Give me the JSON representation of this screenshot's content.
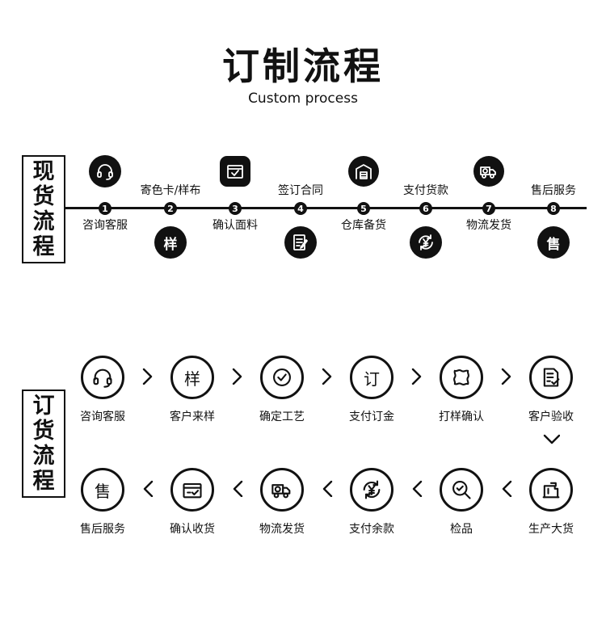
{
  "header": {
    "title": "订制流程",
    "subtitle": "Custom process"
  },
  "section1": {
    "label": [
      "现",
      "货",
      "流",
      "程"
    ],
    "steps": [
      {
        "num": "1",
        "label": "咨询客服",
        "icon": "headset-icon"
      },
      {
        "num": "2",
        "label": "寄色卡/样布",
        "icon": "sample-text-icon",
        "icon_text": "样"
      },
      {
        "num": "3",
        "label": "确认面料",
        "icon": "box-check-icon"
      },
      {
        "num": "4",
        "label": "签订合同",
        "icon": "contract-pen-icon"
      },
      {
        "num": "5",
        "label": "仓库备货",
        "icon": "warehouse-icon"
      },
      {
        "num": "6",
        "label": "支付货款",
        "icon": "yen-cycle-icon"
      },
      {
        "num": "7",
        "label": "物流发货",
        "icon": "delivery-truck-icon"
      },
      {
        "num": "8",
        "label": "售后服务",
        "icon": "after-sale-text-icon",
        "icon_text": "售"
      }
    ]
  },
  "section2": {
    "label": [
      "订",
      "货",
      "流",
      "程"
    ],
    "row1": [
      {
        "label": "咨询客服",
        "icon": "headset-icon"
      },
      {
        "label": "客户来样",
        "icon": "sample-doc-icon",
        "icon_text": "样"
      },
      {
        "label": "确定工艺",
        "icon": "check-circle-icon"
      },
      {
        "label": "支付订金",
        "icon": "order-text-icon",
        "icon_text": "订"
      },
      {
        "label": "打样确认",
        "icon": "fabric-swatch-icon"
      },
      {
        "label": "客户验收",
        "icon": "checklist-doc-icon"
      }
    ],
    "row2": [
      {
        "label": "生产大货",
        "icon": "sewing-machine-icon"
      },
      {
        "label": "检品",
        "icon": "magnifier-check-icon"
      },
      {
        "label": "支付余款",
        "icon": "yen-cycle-icon"
      },
      {
        "label": "物流发货",
        "icon": "delivery-truck-icon"
      },
      {
        "label": "确认收货",
        "icon": "received-box-icon"
      },
      {
        "label": "售后服务",
        "icon": "after-sale-text-icon",
        "icon_text": "售"
      }
    ]
  }
}
